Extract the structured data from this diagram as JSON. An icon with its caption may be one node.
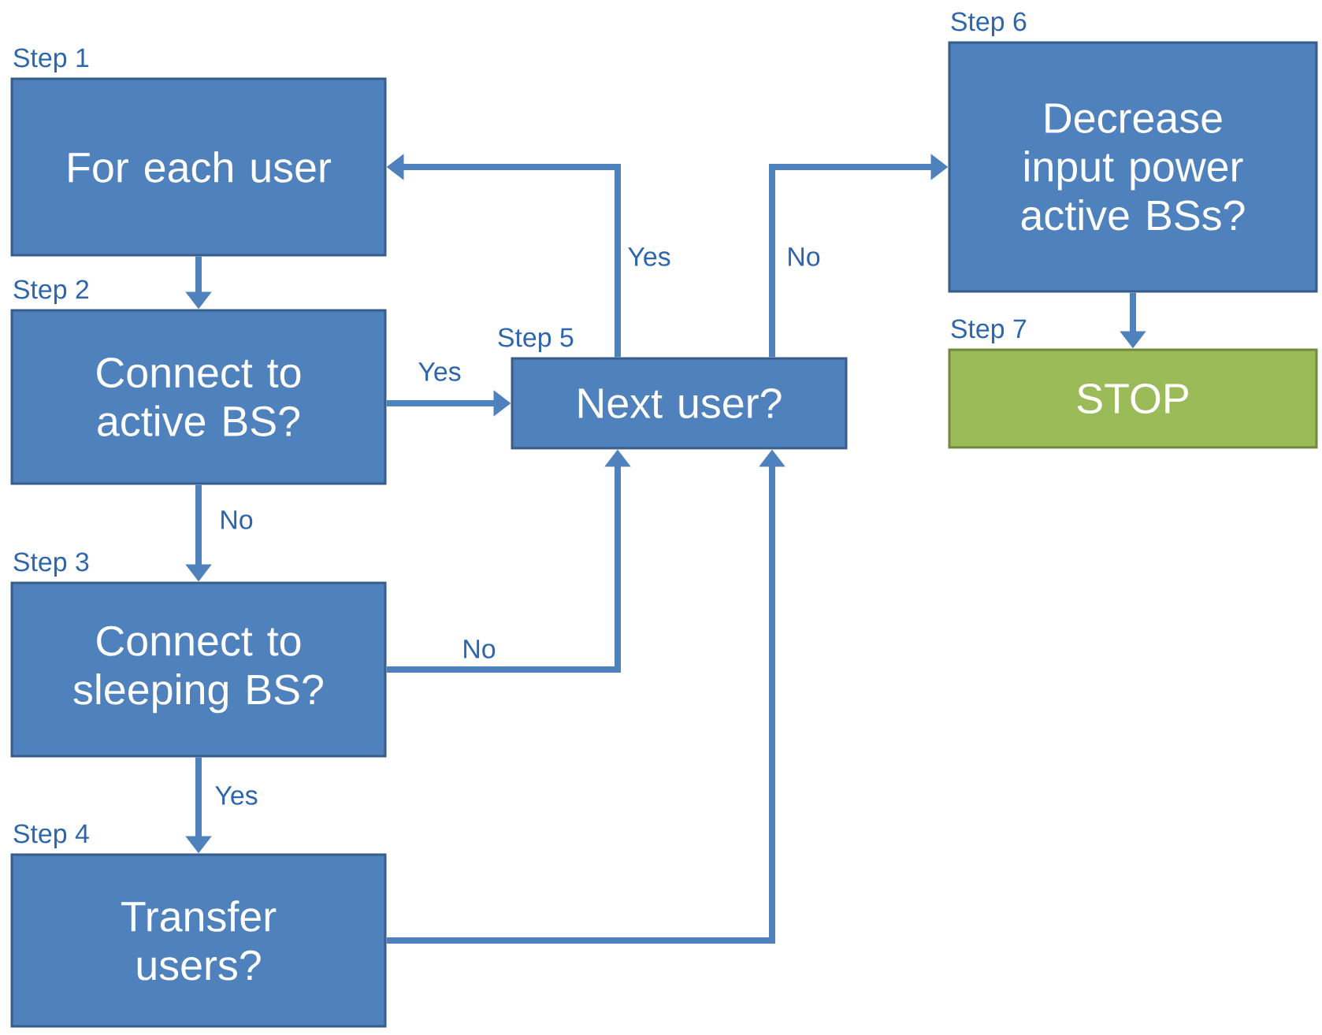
{
  "diagram": {
    "nodes": [
      {
        "text": [
          "For each user"
        ],
        "beside": [
          "Step 1"
        ]
      },
      {
        "text": [
          "Connect to active BS?"
        ],
        "beside": [
          "Step 2"
        ]
      },
      {
        "text": [
          "Connect to sleeping BS?"
        ],
        "beside": [
          "Step 3"
        ]
      },
      {
        "text": [
          "Transfer users?"
        ],
        "beside": [
          "Step 4"
        ]
      },
      {
        "text": [
          "Next user?"
        ],
        "beside": [
          "Step 5"
        ]
      },
      {
        "text": [
          "Decrease input power active BSs?"
        ],
        "beside": [
          "Step 6"
        ]
      },
      {
        "text": [
          "STOP"
        ],
        "beside": [
          "Step 7"
        ]
      }
    ],
    "edges": [
      {
        "from": 0,
        "to": 1,
        "arrow": "to"
      },
      {
        "from": 1,
        "to": 4,
        "arrow": "to",
        "label": "Yes"
      },
      {
        "from": 1,
        "to": 2,
        "arrow": "to",
        "label": "No"
      },
      {
        "from": 2,
        "to": 4,
        "arrow": "to",
        "label": "No"
      },
      {
        "from": 2,
        "to": 3,
        "arrow": "to",
        "label": "Yes"
      },
      {
        "from": 3,
        "to": 4,
        "arrow": "to"
      },
      {
        "from": 4,
        "to": 0,
        "arrow": "to",
        "label": "Yes"
      },
      {
        "from": 4,
        "to": 5,
        "arrow": "to",
        "label": "No"
      },
      {
        "from": 5,
        "to": 6,
        "arrow": "to"
      }
    ]
  }
}
